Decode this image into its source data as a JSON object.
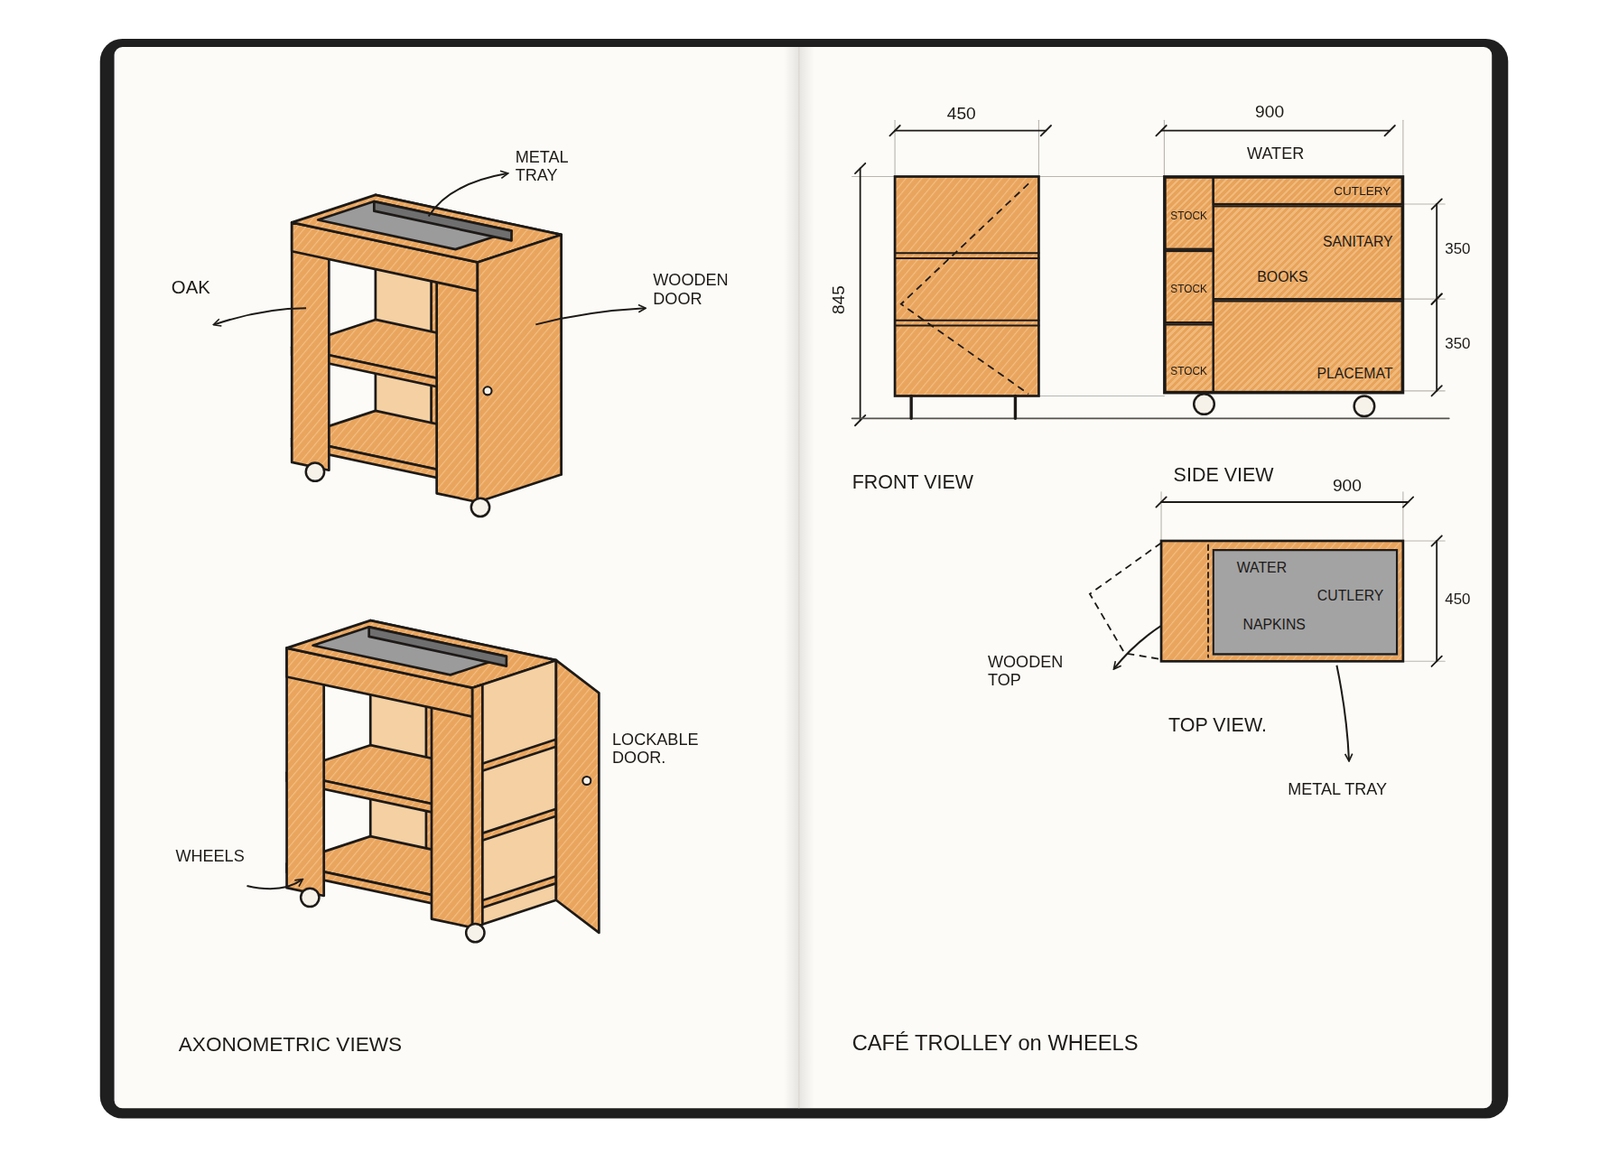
{
  "diagram": {
    "caption": "CAFÉ TROLLEY on WHEELS",
    "nodes": [
      {
        "text": [
          "STOCK"
        ]
      },
      {
        "text": [
          "STOCK"
        ]
      },
      {
        "text": [
          "STOCK"
        ]
      },
      {
        "text": [
          "CUTLERY"
        ]
      },
      {
        "text": [
          "SANITARY",
          "BOOKS"
        ]
      },
      {
        "text": [
          "PLACEMAT"
        ]
      },
      {
        "text": [
          "WATER",
          "CUTLERY",
          "NAPKINS"
        ]
      }
    ],
    "labels": [
      "METAL TRAY",
      "OAK",
      "WOODEN DOOR",
      "LOCKABLE DOOR.",
      "WHEELS",
      "AXONOMETRIC VIEWS",
      "450",
      "845",
      "FRONT VIEW",
      "900",
      "WATER",
      "350",
      "350",
      "SIDE VIEW",
      "900",
      "450",
      "WOODEN TOP",
      "TOP VIEW.",
      "METAL TRAY"
    ]
  }
}
